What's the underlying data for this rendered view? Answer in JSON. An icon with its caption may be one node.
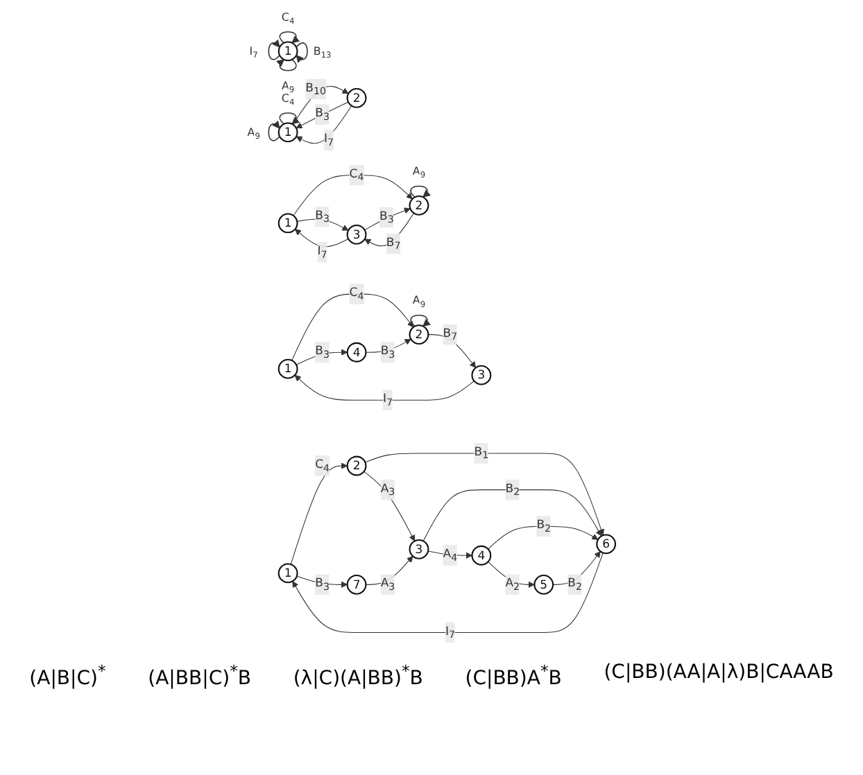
{
  "diagram": {
    "nodes": [
      {
        "text": [
          "1"
        ]
      },
      {
        "text": [
          "1"
        ]
      },
      {
        "text": [
          "2"
        ]
      },
      {
        "text": [
          "1"
        ]
      },
      {
        "text": [
          "3"
        ]
      },
      {
        "text": [
          "2"
        ]
      },
      {
        "text": [
          "1"
        ]
      },
      {
        "text": [
          "2"
        ]
      },
      {
        "text": [
          "3"
        ]
      },
      {
        "text": [
          "4"
        ]
      },
      {
        "text": [
          "1"
        ]
      },
      {
        "text": [
          "7"
        ]
      },
      {
        "text": [
          "2"
        ]
      },
      {
        "text": [
          "6"
        ]
      },
      {
        "text": [
          "3"
        ]
      },
      {
        "text": [
          "5"
        ]
      },
      {
        "text": [
          "4"
        ]
      }
    ],
    "edges": [
      {
        "from": 0,
        "to": 0,
        "arrow": "to",
        "label": "C$_{4}$"
      },
      {
        "from": 0,
        "to": 0,
        "arrow": "to",
        "label": "B$_{13}$"
      },
      {
        "from": 0,
        "to": 0,
        "arrow": "to",
        "label": "A$_{9}$"
      },
      {
        "from": 0,
        "to": 0,
        "arrow": "to",
        "label": "I$_{7}$"
      },
      {
        "from": 1,
        "to": 1,
        "arrow": "to",
        "label": "C$_{4}$"
      },
      {
        "from": 1,
        "to": 1,
        "arrow": "to",
        "label": "A$_{9}$"
      },
      {
        "from": 1,
        "to": 2,
        "arrow": "to",
        "label": "B$_{10}$"
      },
      {
        "from": 2,
        "to": 1,
        "arrow": "to",
        "label": "B$_{3}$"
      },
      {
        "from": 2,
        "to": 1,
        "arrow": "to",
        "label": "I$_{7}$"
      },
      {
        "from": 4,
        "to": 3,
        "arrow": "to",
        "label": "I$_{7}$"
      },
      {
        "from": 3,
        "to": 4,
        "arrow": "to",
        "label": "B$_{3}$"
      },
      {
        "from": 3,
        "to": 5,
        "arrow": "to",
        "label": "C$_{4}$"
      },
      {
        "from": 4,
        "to": 5,
        "arrow": "to",
        "label": "B$_{3}$"
      },
      {
        "from": 5,
        "to": 4,
        "arrow": "to",
        "label": "B$_{7}$"
      },
      {
        "from": 5,
        "to": 5,
        "arrow": "to",
        "label": "A$_{9}$"
      },
      {
        "from": 6,
        "to": 7,
        "arrow": "to",
        "label": "C$_{4}$"
      },
      {
        "from": 7,
        "to": 7,
        "arrow": "to",
        "label": "A$_{9}$"
      },
      {
        "from": 7,
        "to": 8,
        "arrow": "to",
        "label": "B$_{7}$"
      },
      {
        "from": 8,
        "to": 6,
        "arrow": "to",
        "label": "I$_{7}$"
      },
      {
        "from": 6,
        "to": 9,
        "arrow": "to",
        "label": "B$_{3}$"
      },
      {
        "from": 9,
        "to": 7,
        "arrow": "to",
        "label": "B$_{3}$"
      },
      {
        "from": 10,
        "to": 11,
        "arrow": "to",
        "label": "B$_{3}$"
      },
      {
        "from": 10,
        "to": 12,
        "arrow": "to",
        "label": "C$_{4}$"
      },
      {
        "from": 13,
        "to": 10,
        "arrow": "to",
        "label": "I$_{7}$"
      },
      {
        "from": 12,
        "to": 13,
        "arrow": "to",
        "label": "B$_{1}$"
      },
      {
        "from": 12,
        "to": 14,
        "arrow": "to",
        "label": "A$_{3}$"
      },
      {
        "from": 11,
        "to": 14,
        "arrow": "to",
        "label": "A$_{3}$"
      },
      {
        "from": 14,
        "to": 13,
        "arrow": "to",
        "label": "B$_{2}$"
      },
      {
        "from": 16,
        "to": 13,
        "arrow": "to",
        "label": "B$_{2}$"
      },
      {
        "from": 15,
        "to": 13,
        "arrow": "to",
        "label": "B$_{2}$"
      },
      {
        "from": 14,
        "to": 16,
        "arrow": "to",
        "label": "A$_{4}$"
      },
      {
        "from": 16,
        "to": 15,
        "arrow": "to",
        "label": "A$_{2}$"
      }
    ],
    "labels": [
      "(A|B|C)$^{*}$",
      "(A|BB|C)$^{*}$B",
      "(λ|C)(A|BB)$^{*}$B",
      "(C|BB)A$^{*}$B",
      "(C|BB)(AA|A|λ)B|CAAAB"
    ]
  }
}
